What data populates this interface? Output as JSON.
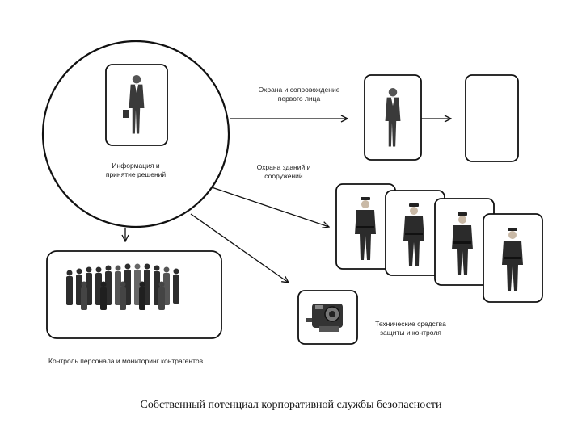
{
  "diagram": {
    "title": "Собственный потенциал корпоративной службы безопасности",
    "center_label": "Информация и\nпринятие решений",
    "top_label": "Охрана и сопровождение\nпервого лица",
    "buildings_label": "Охрана зданий и\nсооружений",
    "tech_label": "Технические средства\nзащиты и контроля",
    "staff_label": "Контроль персонала и мониторинг контрагентов",
    "icons": [
      "businessman-icon",
      "bodyguard-icon",
      "security-guard-icon",
      "camera-icon",
      "crowd-icon"
    ]
  }
}
